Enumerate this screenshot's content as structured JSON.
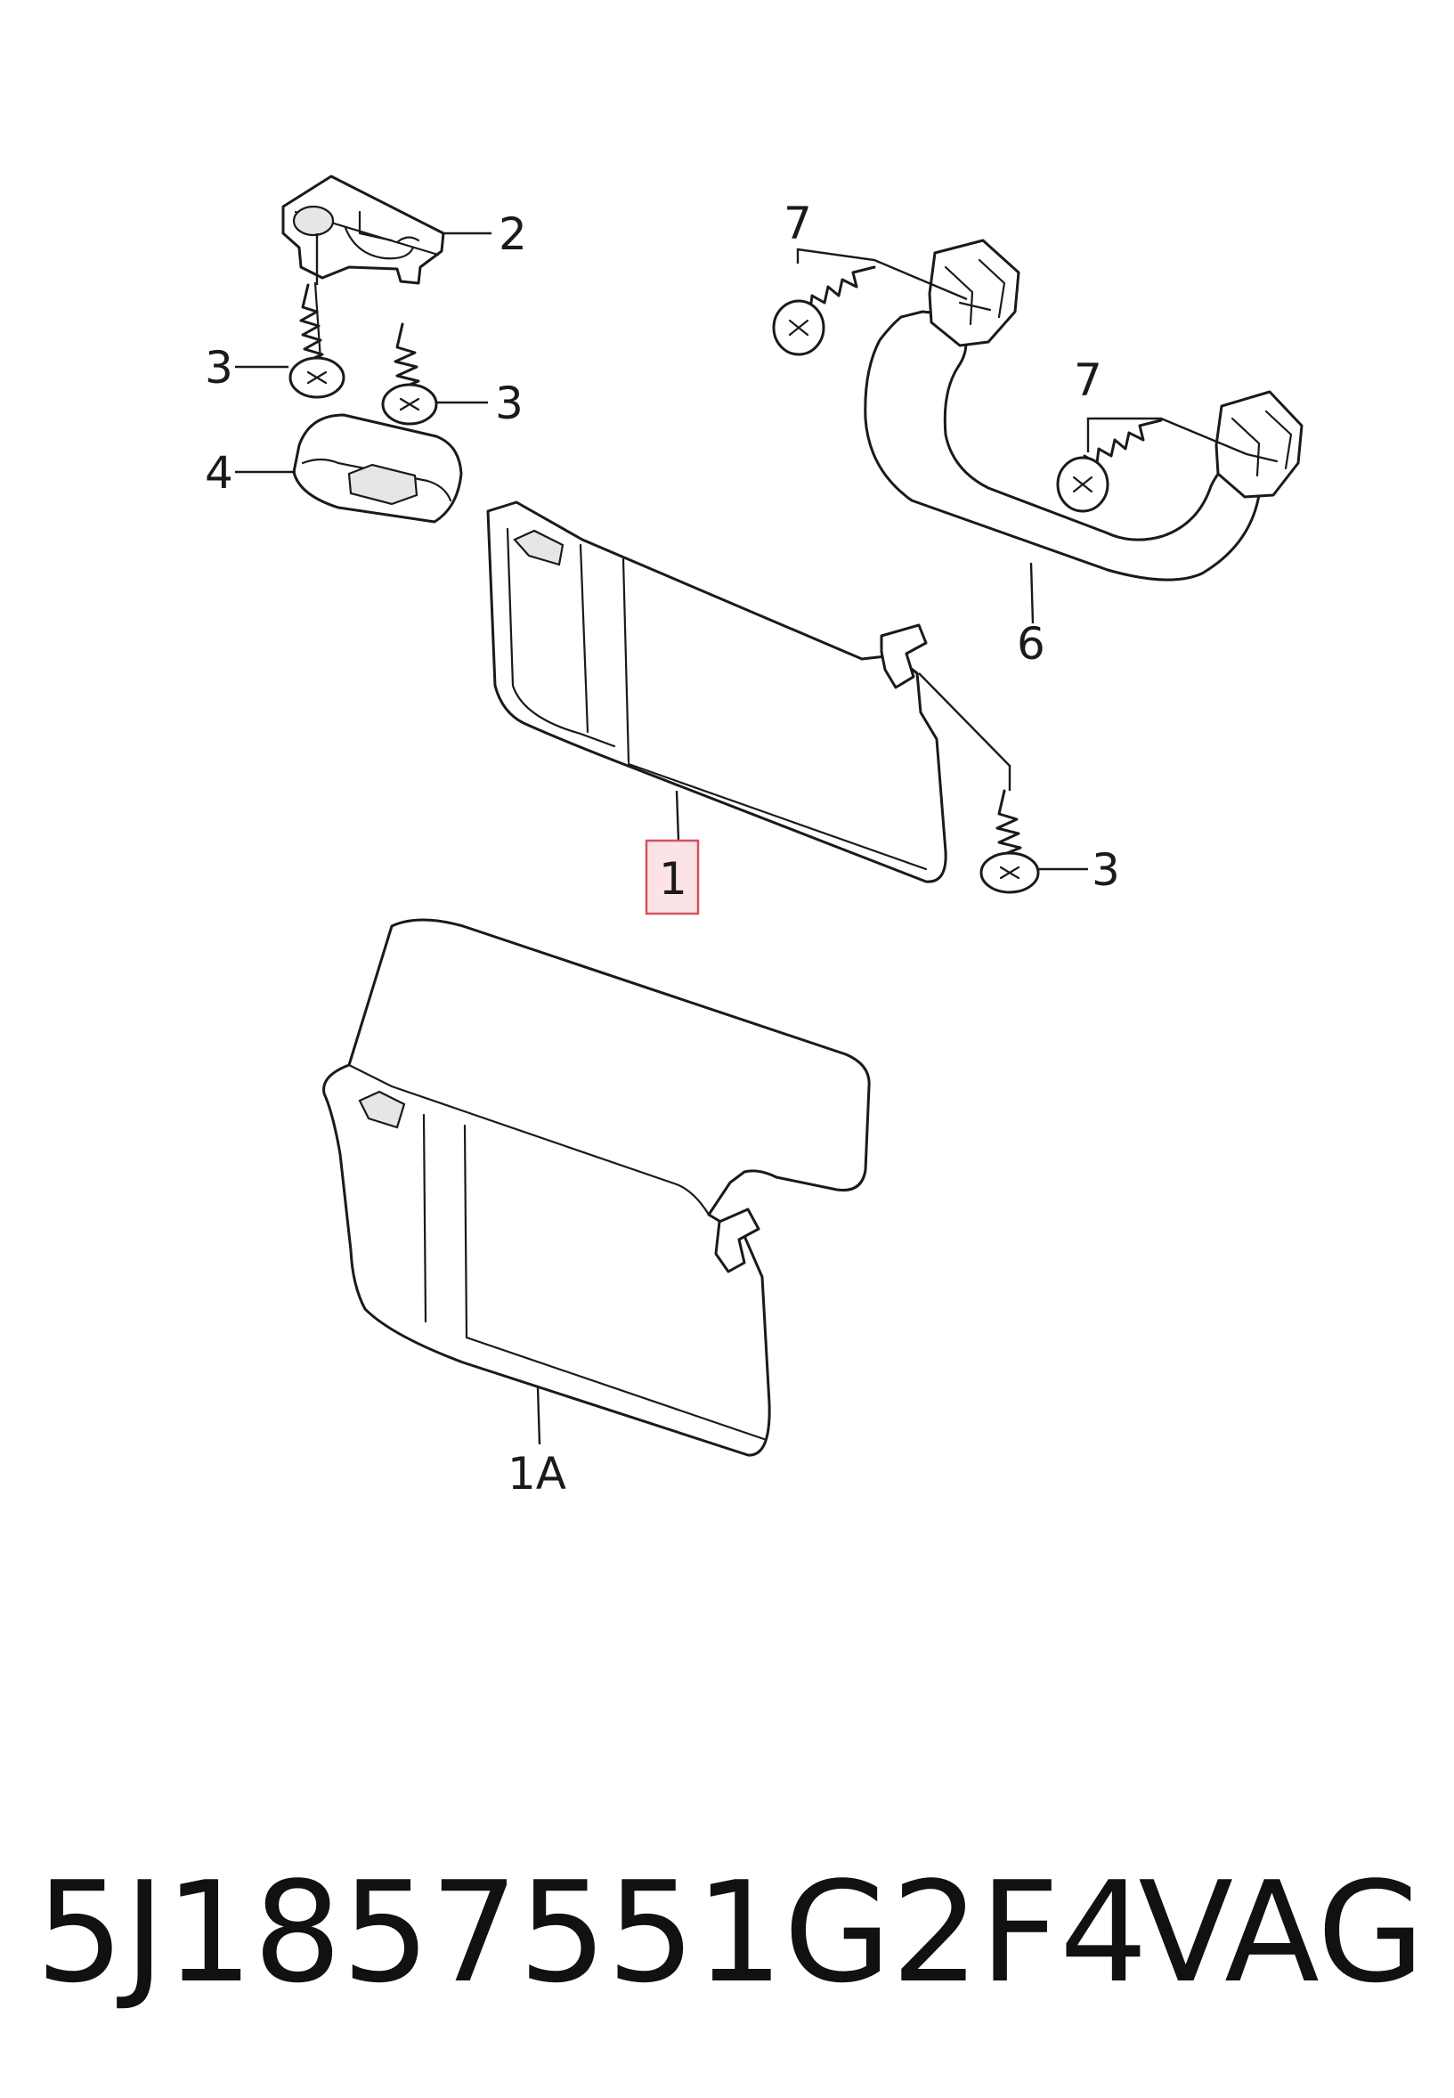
{
  "callouts": {
    "c1": "1",
    "c1a": "1A",
    "c2": "2",
    "c3a": "3",
    "c3b": "3",
    "c3c": "3",
    "c4": "4",
    "c6": "6",
    "c7a": "7",
    "c7b": "7"
  },
  "highlighted_callout": "1",
  "colors": {
    "highlight_fill": "#fbe3e6",
    "highlight_stroke": "#d6515f"
  },
  "footer": {
    "part_number": "5J1857551G2F4",
    "brand": "VAG"
  }
}
